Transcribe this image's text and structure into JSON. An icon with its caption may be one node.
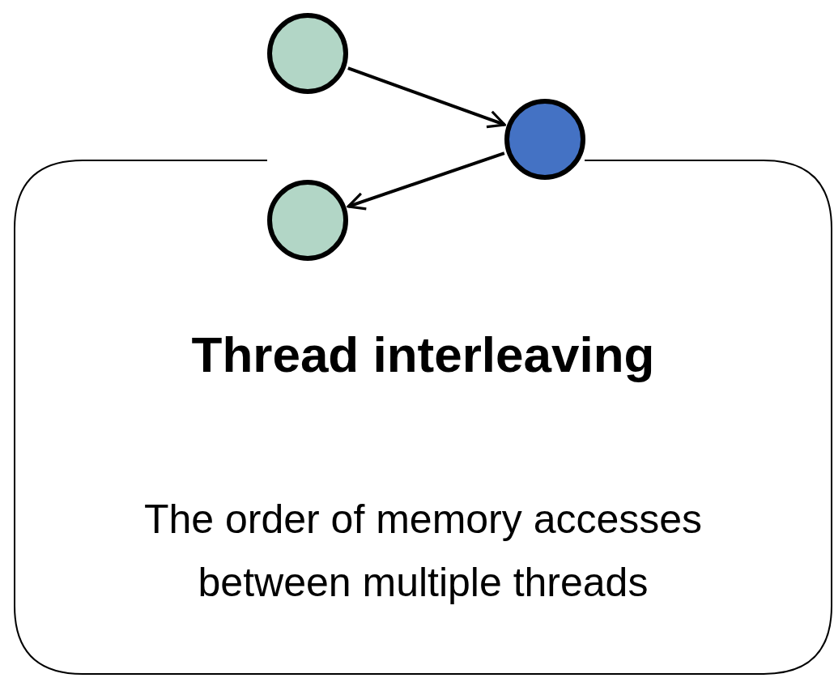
{
  "diagram": {
    "nodes": [
      {
        "text": [],
        "shape": "circle"
      },
      {
        "text": [],
        "shape": "circle"
      },
      {
        "text": [
          "Thread interleaving",
          "The order of memory accesses between multiple threads"
        ]
      },
      {
        "text": [],
        "shape": "circle",
        "in": 2
      }
    ],
    "edges": [
      {
        "from": 0,
        "to": 1,
        "arrow": "to"
      },
      {
        "from": 1,
        "to": 3,
        "arrow": "to"
      }
    ]
  }
}
